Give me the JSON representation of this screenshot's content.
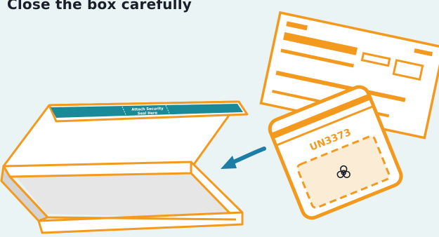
{
  "title": "Close the box carefully",
  "seal_strip": {
    "line1": "Attach Security",
    "line2": "Seal Here"
  },
  "specimen_bag": {
    "label": "UN3373",
    "icon": "biohazard-icon"
  },
  "colors": {
    "background": "#eaf4f5",
    "accent_orange": "#f39a1e",
    "seal_teal": "#1b8a98",
    "arrow_blue": "#1b7ea6",
    "box_inner": "#e6e6e6",
    "box_side": "#d4d4d4",
    "bag_window": "#fbecd6",
    "title_text": "#1b1f2a"
  }
}
